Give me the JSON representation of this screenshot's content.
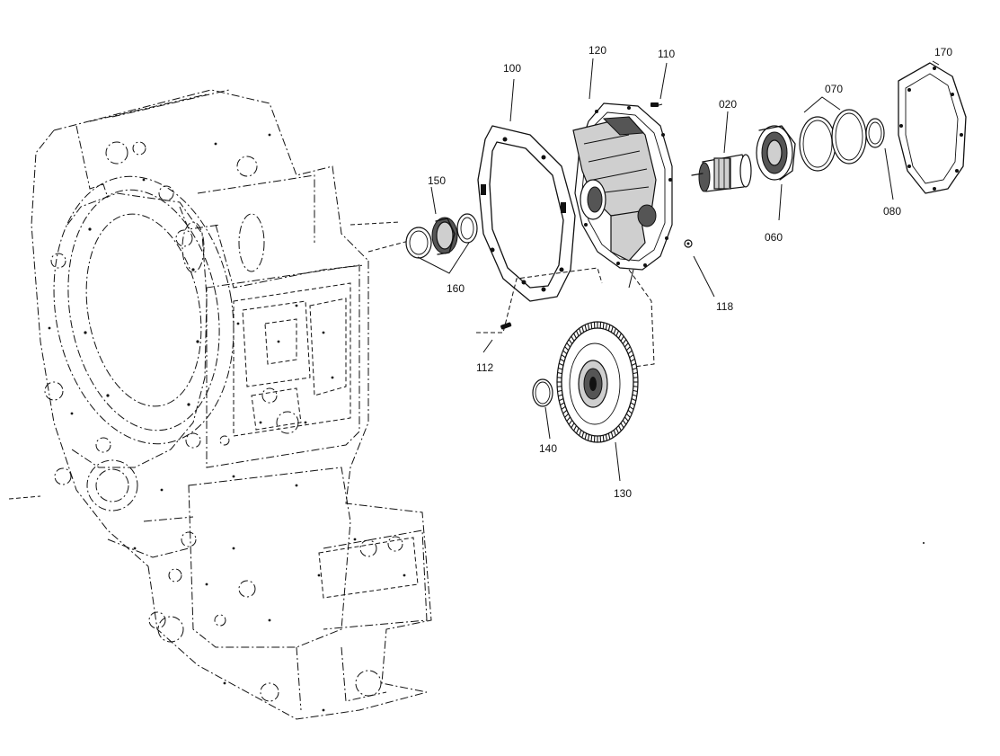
{
  "callouts": {
    "p100": "100",
    "p120": "120",
    "p110": "110",
    "p170": "170",
    "p070": "070",
    "p020": "020",
    "p150": "150",
    "p060": "060",
    "p080": "080",
    "p160": "160",
    "p118": "118",
    "p112": "112",
    "p140": "140",
    "p130": "130"
  }
}
